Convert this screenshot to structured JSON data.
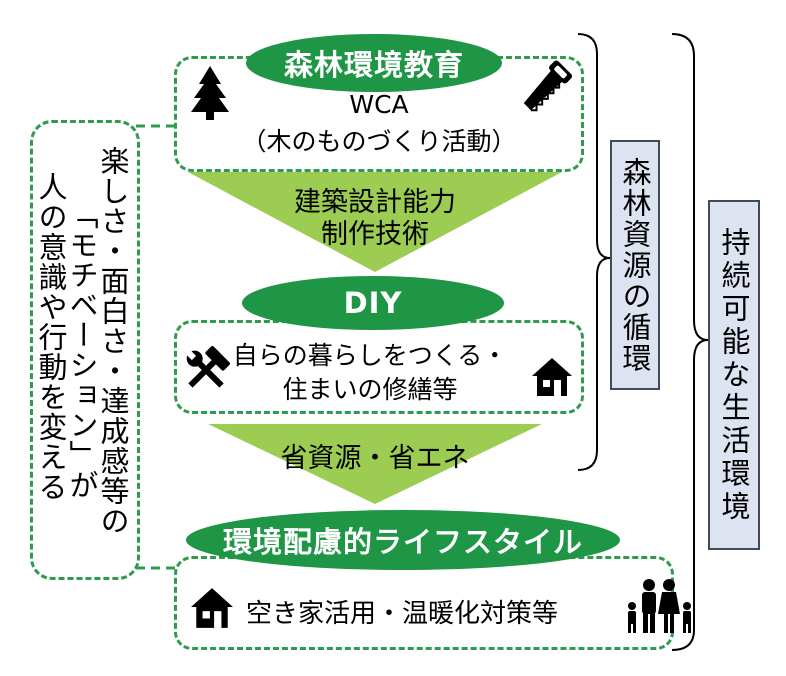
{
  "top": {
    "pill_label": "森林環境教育",
    "box_line1": "WCA",
    "box_line2": "（木のものづくり活動）",
    "arrow_line1": "建築設計能力",
    "arrow_line2": "制作技術"
  },
  "middle": {
    "pill_label": "DIY",
    "box_line1": "自らの暮らしをつくる・",
    "box_line2": "住まいの修繕等",
    "arrow_label": "省資源・省エネ"
  },
  "bottom": {
    "pill_label": "環境配慮的ライフスタイル",
    "box_text": "空き家活用・温暖化対策等"
  },
  "left_panel": {
    "column1": "楽しさ・面白さ・達成感等の",
    "column2": "「モチベーション」が",
    "column3": "人の意識や行動を変える"
  },
  "right_labels": {
    "forest_cycle": "森林資源の循環",
    "sustainable_life": "持続可能な生活環境"
  },
  "icons": {
    "tree": "tree-icon",
    "saw": "saw-icon",
    "tools": "hammer-wrench-icon",
    "house_middle": "house-icon",
    "house_bottom": "house-icon",
    "family": "family-icon"
  },
  "colors": {
    "pill_green": "#1e9646",
    "arrow_green": "#9ccc52",
    "dash_green": "#2f9b4e",
    "label_fill": "#dde3f0"
  }
}
